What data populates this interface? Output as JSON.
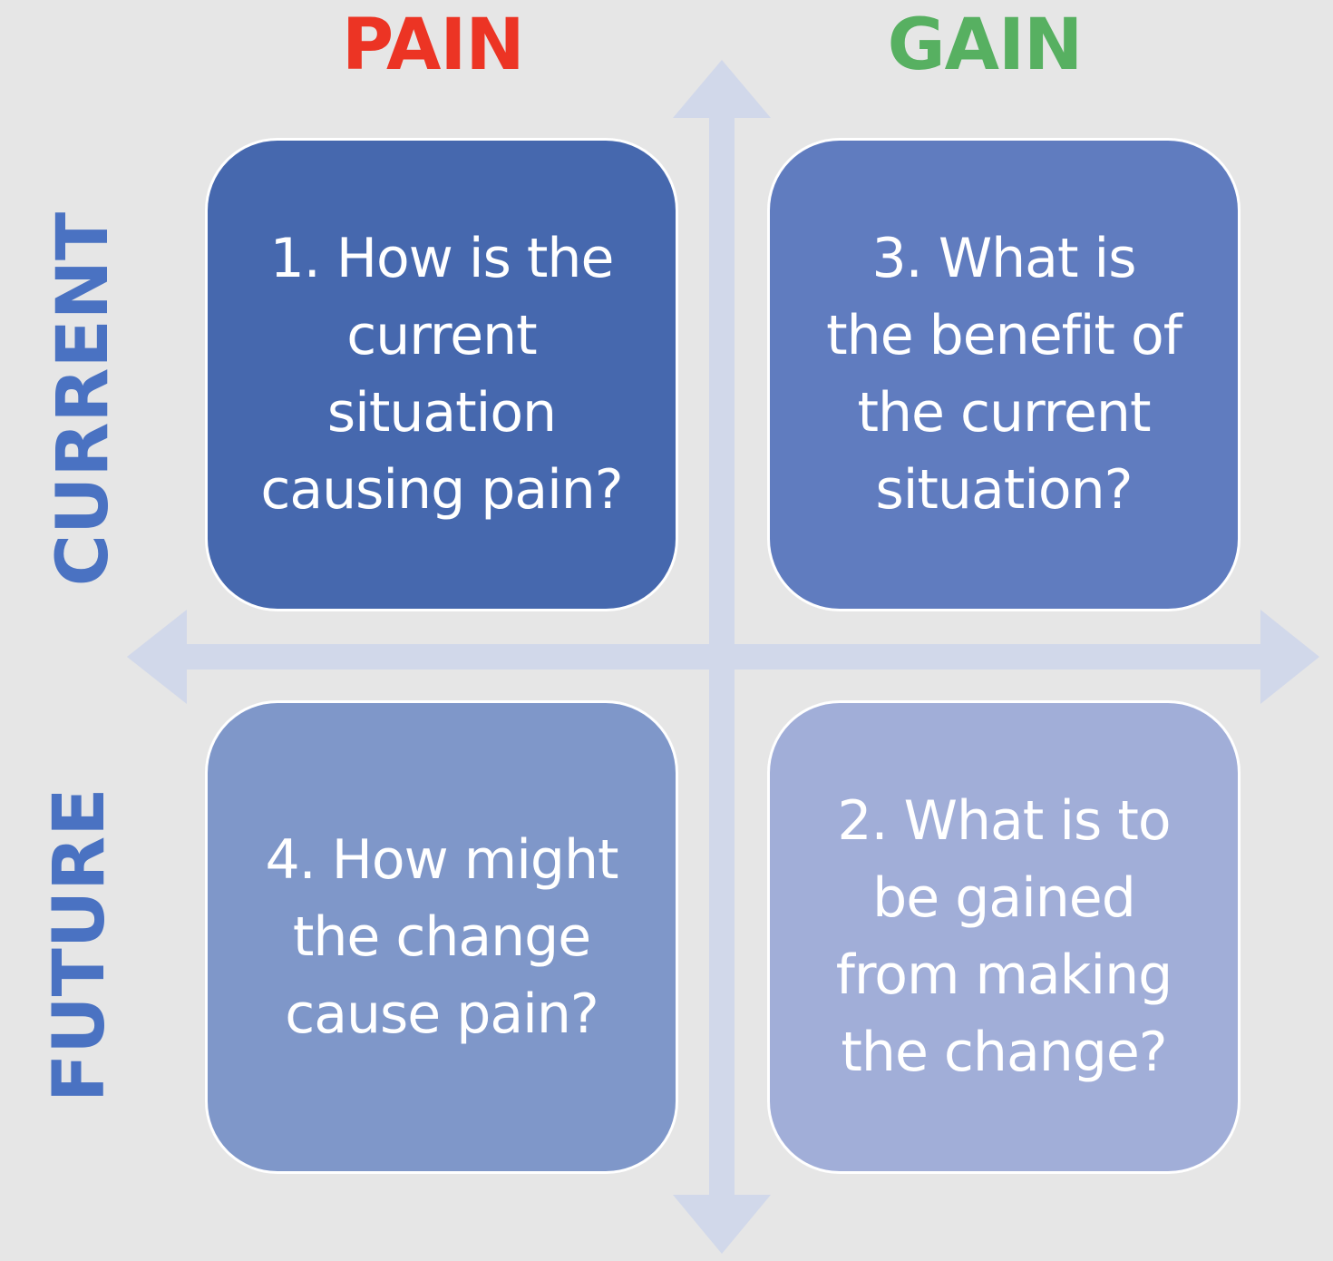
{
  "colors": {
    "pain": "#ec3424",
    "gain": "#57b061",
    "row_label": "#4a72c2",
    "arrow": "#d1d8ea",
    "background": "#e6e6e6"
  },
  "columns": {
    "pain": "PAIN",
    "gain": "GAIN"
  },
  "rows": {
    "current": "CURRENT",
    "future": "FUTURE"
  },
  "quadrants": [
    {
      "id": "q1",
      "text": "1. How is the\ncurrent\nsituation\ncausing pain?"
    },
    {
      "id": "q3",
      "text": "3. What is\nthe benefit of\nthe current\nsituation?"
    },
    {
      "id": "q4",
      "text": "4. How might\nthe change\ncause pain?"
    },
    {
      "id": "q2",
      "text": "2.  What is to\nbe gained\nfrom making\nthe change?"
    }
  ]
}
